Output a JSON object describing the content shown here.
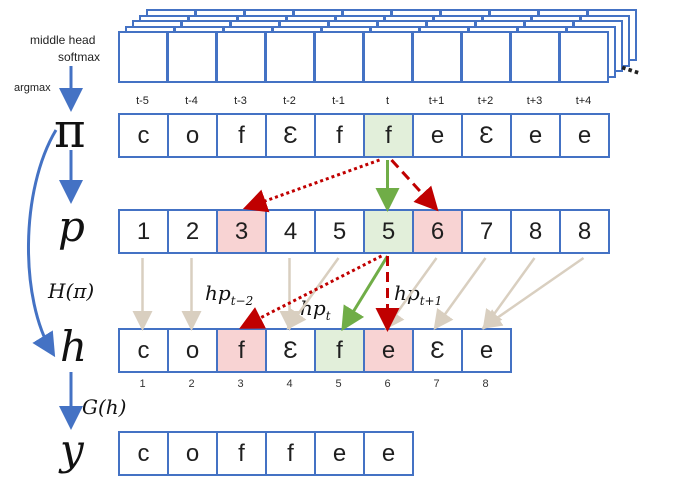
{
  "labels": {
    "middle_head": "middle head",
    "softmax": "softmax",
    "argmax": "argmax",
    "pi": "π",
    "p": "p",
    "h": "h",
    "y": "y",
    "H_of_pi": "H(π)",
    "G_of_h": "G(h)",
    "h_p_t_minus2": "hp",
    "h_p_t_minus2_sub": "t−2",
    "h_p_t": "hp",
    "h_p_t_sub": "t",
    "h_p_t_plus1": "hp",
    "h_p_t_plus1_sub": "t+1",
    "ellipsis": "⋯"
  },
  "time_labels": [
    "t-5",
    "t-4",
    "t-3",
    "t-2",
    "t-1",
    "t",
    "t+1",
    "t+2",
    "t+3",
    "t+4"
  ],
  "pi_row": [
    {
      "text": "c",
      "hl": ""
    },
    {
      "text": "o",
      "hl": ""
    },
    {
      "text": "f",
      "hl": ""
    },
    {
      "text": "Ɛ",
      "hl": ""
    },
    {
      "text": "f",
      "hl": ""
    },
    {
      "text": "f",
      "hl": "green"
    },
    {
      "text": "e",
      "hl": ""
    },
    {
      "text": "Ɛ",
      "hl": ""
    },
    {
      "text": "e",
      "hl": ""
    },
    {
      "text": "e",
      "hl": ""
    }
  ],
  "p_row": [
    {
      "text": "1",
      "hl": ""
    },
    {
      "text": "2",
      "hl": ""
    },
    {
      "text": "3",
      "hl": "pink"
    },
    {
      "text": "4",
      "hl": ""
    },
    {
      "text": "5",
      "hl": ""
    },
    {
      "text": "5",
      "hl": "green"
    },
    {
      "text": "6",
      "hl": "pink"
    },
    {
      "text": "7",
      "hl": ""
    },
    {
      "text": "8",
      "hl": ""
    },
    {
      "text": "8",
      "hl": ""
    }
  ],
  "h_row": [
    {
      "text": "c",
      "hl": ""
    },
    {
      "text": "o",
      "hl": ""
    },
    {
      "text": "f",
      "hl": "pink"
    },
    {
      "text": "Ɛ",
      "hl": ""
    },
    {
      "text": "f",
      "hl": "green"
    },
    {
      "text": "e",
      "hl": "pink"
    },
    {
      "text": "Ɛ",
      "hl": ""
    },
    {
      "text": "e",
      "hl": ""
    }
  ],
  "h_index": [
    "1",
    "2",
    "3",
    "4",
    "5",
    "6",
    "7",
    "8"
  ],
  "y_row": [
    {
      "text": "c"
    },
    {
      "text": "o"
    },
    {
      "text": "f"
    },
    {
      "text": "f"
    },
    {
      "text": "e"
    },
    {
      "text": "e"
    }
  ],
  "colors": {
    "box_border": "#4472c4",
    "blue_arrow": "#4472c4",
    "green_arrow": "#70ad47",
    "red_arrow": "#c00000",
    "tan_arrow": "#d9cfc0",
    "green_fill": "#e2efda",
    "pink_fill": "#f8d3d3"
  }
}
